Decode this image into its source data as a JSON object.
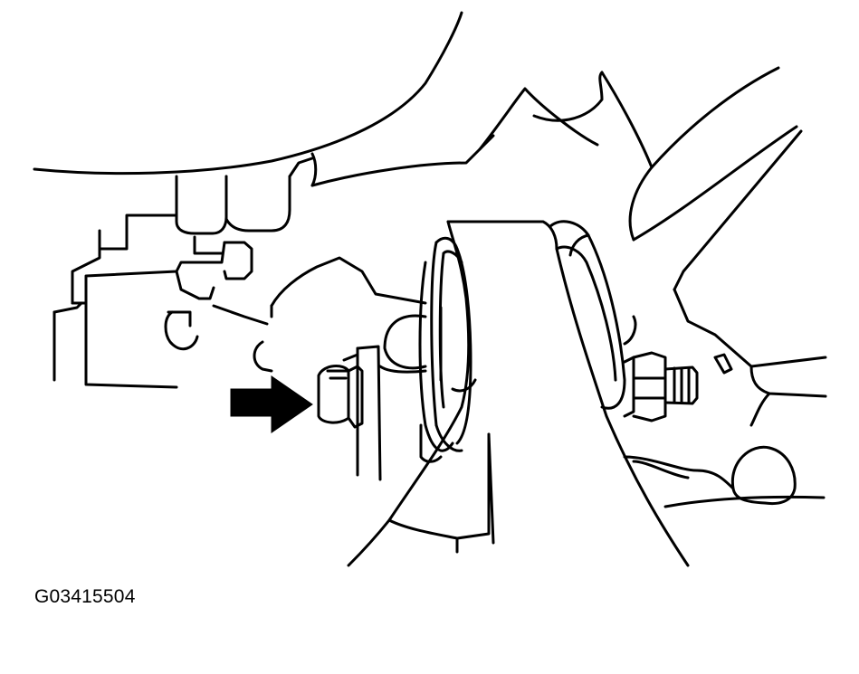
{
  "figure": {
    "id_label": "G03415504"
  },
  "colors": {
    "line": "#000000",
    "background": "#ffffff"
  },
  "callouts": [
    {
      "name": "arrow",
      "points_to": "bolt"
    }
  ]
}
